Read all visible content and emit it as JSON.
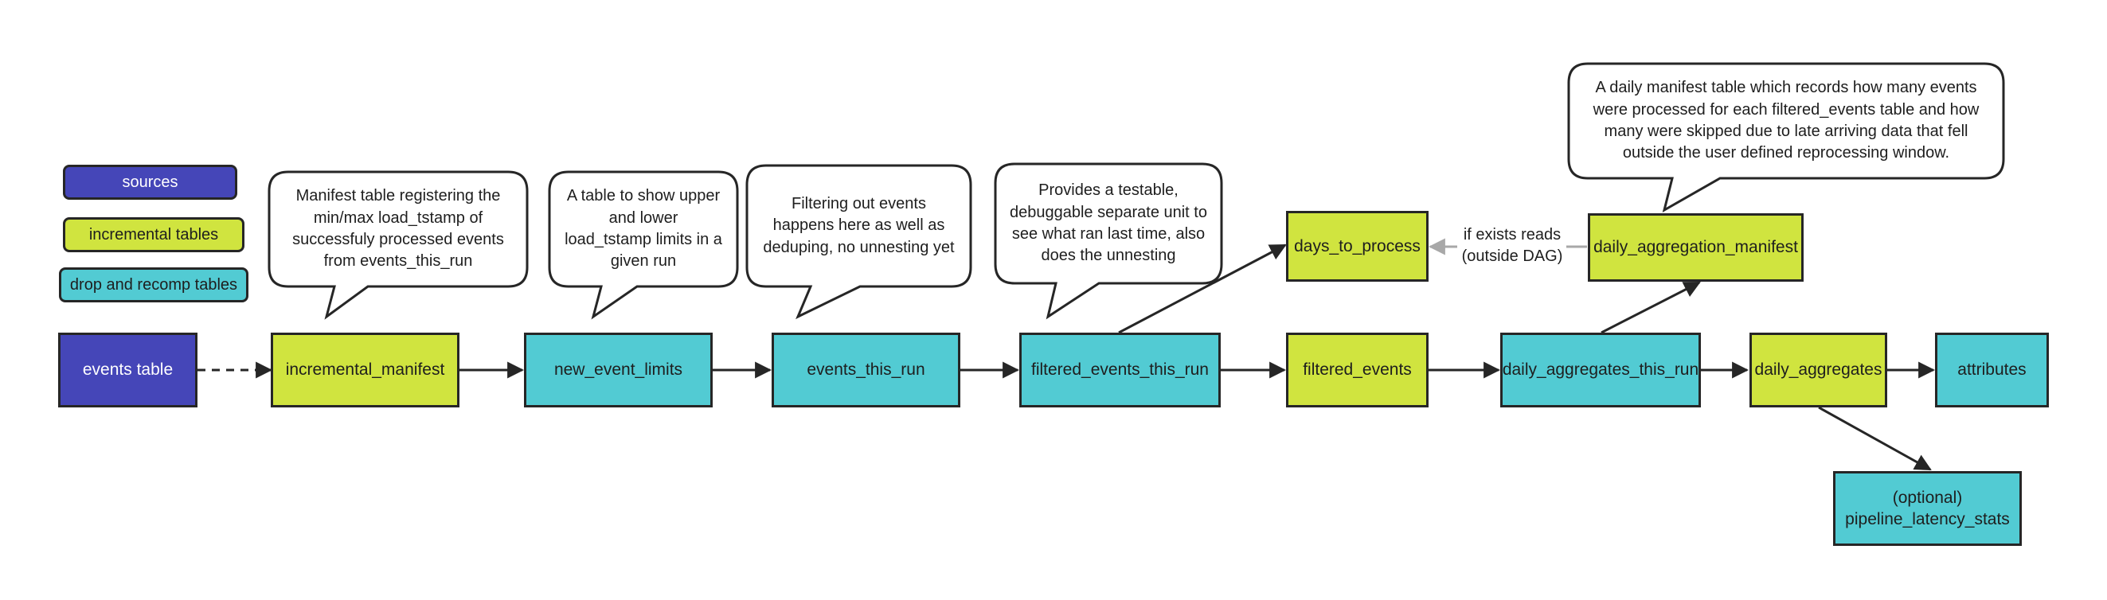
{
  "colors": {
    "sources": "#4546b8",
    "incremental": "#d0e43f",
    "drop_recomp": "#52cbd3",
    "edge": "#262626",
    "edge_light": "#a8a8a8"
  },
  "legend": {
    "sources": "sources",
    "incremental": "incremental tables",
    "drop_recomp": "drop and recomp tables"
  },
  "nodes": {
    "events_table": "events table",
    "incremental_manifest": "incremental_manifest",
    "new_event_limits": "new_event_limits",
    "events_this_run": "events_this_run",
    "filtered_events_this_run": "filtered_events_this_run",
    "days_to_process": "days_to_process",
    "filtered_events": "filtered_events",
    "daily_aggregation_manifest": "daily_aggregation_manifest",
    "daily_aggregates_this_run": "daily_aggregates_this_run",
    "daily_aggregates": "daily_aggregates",
    "attributes": "attributes",
    "pipeline_latency_stats_line1": "(optional)",
    "pipeline_latency_stats_line2": "pipeline_latency_stats"
  },
  "notes": {
    "incremental_manifest": "Manifest table registering the min/max load_tstamp of successfuly processed events from events_this_run",
    "new_event_limits": "A table to show upper and lower load_tstamp limits in a given run",
    "events_this_run": "Filtering out events happens here as well as deduping, no unnesting yet",
    "filtered_events_this_run": "Provides a testable, debuggable separate unit to see what ran last time, also does the unnesting",
    "daily_aggregation_manifest": "A daily manifest table which records how many events were processed for each filtered_events table and how many were skipped due to late arriving data that fell outside the user defined reprocessing window."
  },
  "edge_labels": {
    "if_exists_line1": "if exists reads",
    "if_exists_line2": "(outside DAG)"
  }
}
